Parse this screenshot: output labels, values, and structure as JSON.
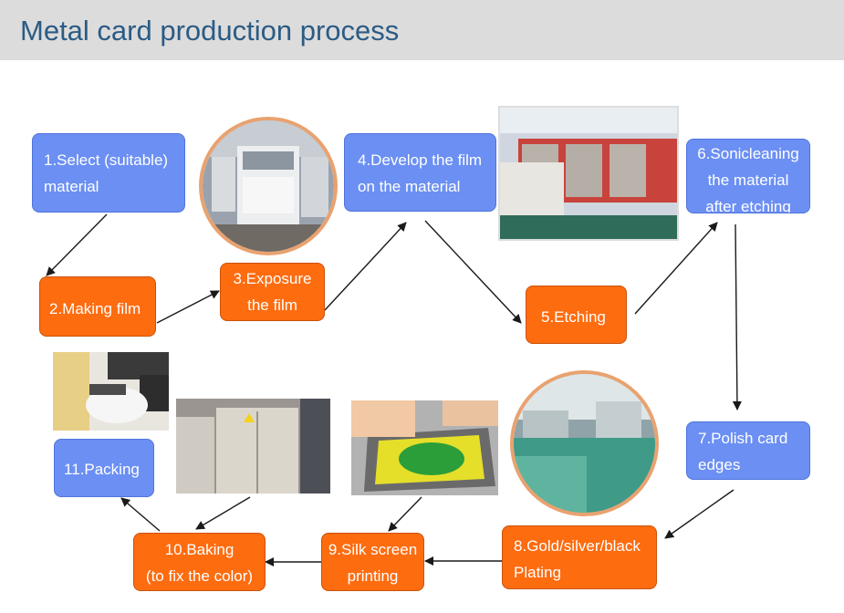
{
  "title": "Metal card production process",
  "steps": {
    "s1": [
      "1.Select (suitable)",
      "material"
    ],
    "s2": [
      "2.Making film"
    ],
    "s3": [
      "3.Exposure",
      "the film"
    ],
    "s4": [
      "4.Develop the film",
      "on the material"
    ],
    "s5": [
      "5.Etching"
    ],
    "s6": [
      "6.Sonicleaning",
      "the material",
      "after etching"
    ],
    "s7": [
      "7.Polish card",
      "edges"
    ],
    "s8": [
      "8.Gold/silver/black",
      "Plating"
    ],
    "s9": [
      "9.Silk screen",
      "printing"
    ],
    "s10": [
      "10.Baking",
      "(to fix the color)"
    ],
    "s11": [
      "11.Packing"
    ]
  },
  "colors": {
    "blue_step": "#6b8ff3",
    "orange_step": "#fe6c10",
    "title": "#2b5b84",
    "header": "#dcdcdc"
  }
}
